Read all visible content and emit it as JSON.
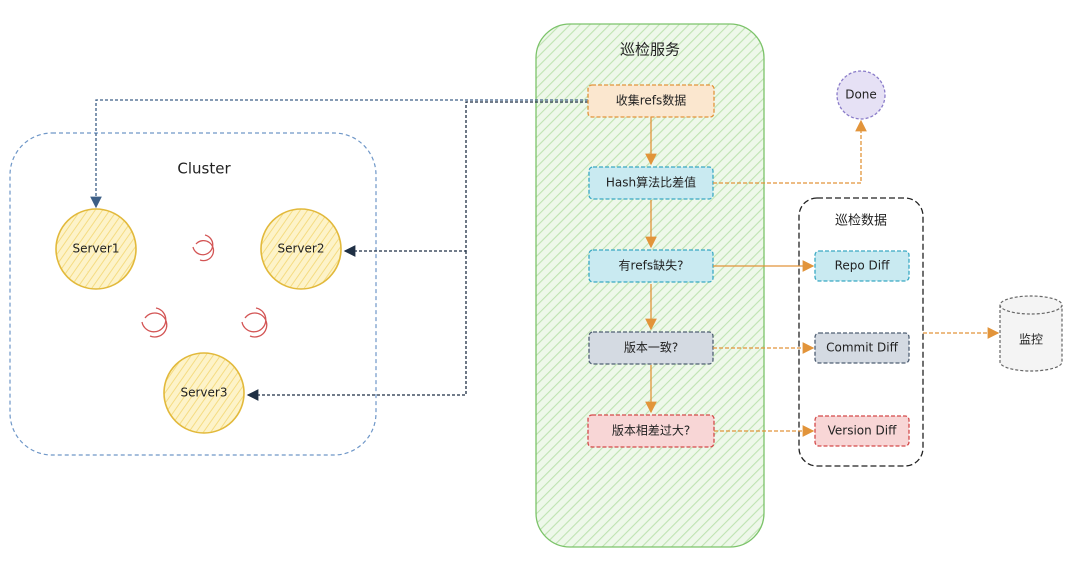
{
  "patrol_service": {
    "title": "巡检服务"
  },
  "cluster": {
    "title": "Cluster",
    "servers": [
      "Server1",
      "Server2",
      "Server3"
    ]
  },
  "steps": [
    "收集refs数据",
    "Hash算法比差值",
    "有refs缺失?",
    "版本一致?",
    "版本相差过大?"
  ],
  "done": "Done",
  "patrol_data": {
    "title": "巡检数据",
    "items": [
      "Repo Diff",
      "Commit Diff",
      "Version Diff"
    ]
  },
  "monitor": "监控",
  "colors": {
    "service_bg": "#d7efcf",
    "service_border": "#7cc36a",
    "cluster_border": "#6f97c8",
    "server_fill": "#fbe9a6",
    "server_border": "#e2b93b",
    "orange": "#e2943a",
    "teal": "#3aa9c4",
    "slate": "#4f5f73",
    "red": "#d44a4a",
    "purple": "#8a7cc9",
    "dark_line": "#1f2f44"
  }
}
